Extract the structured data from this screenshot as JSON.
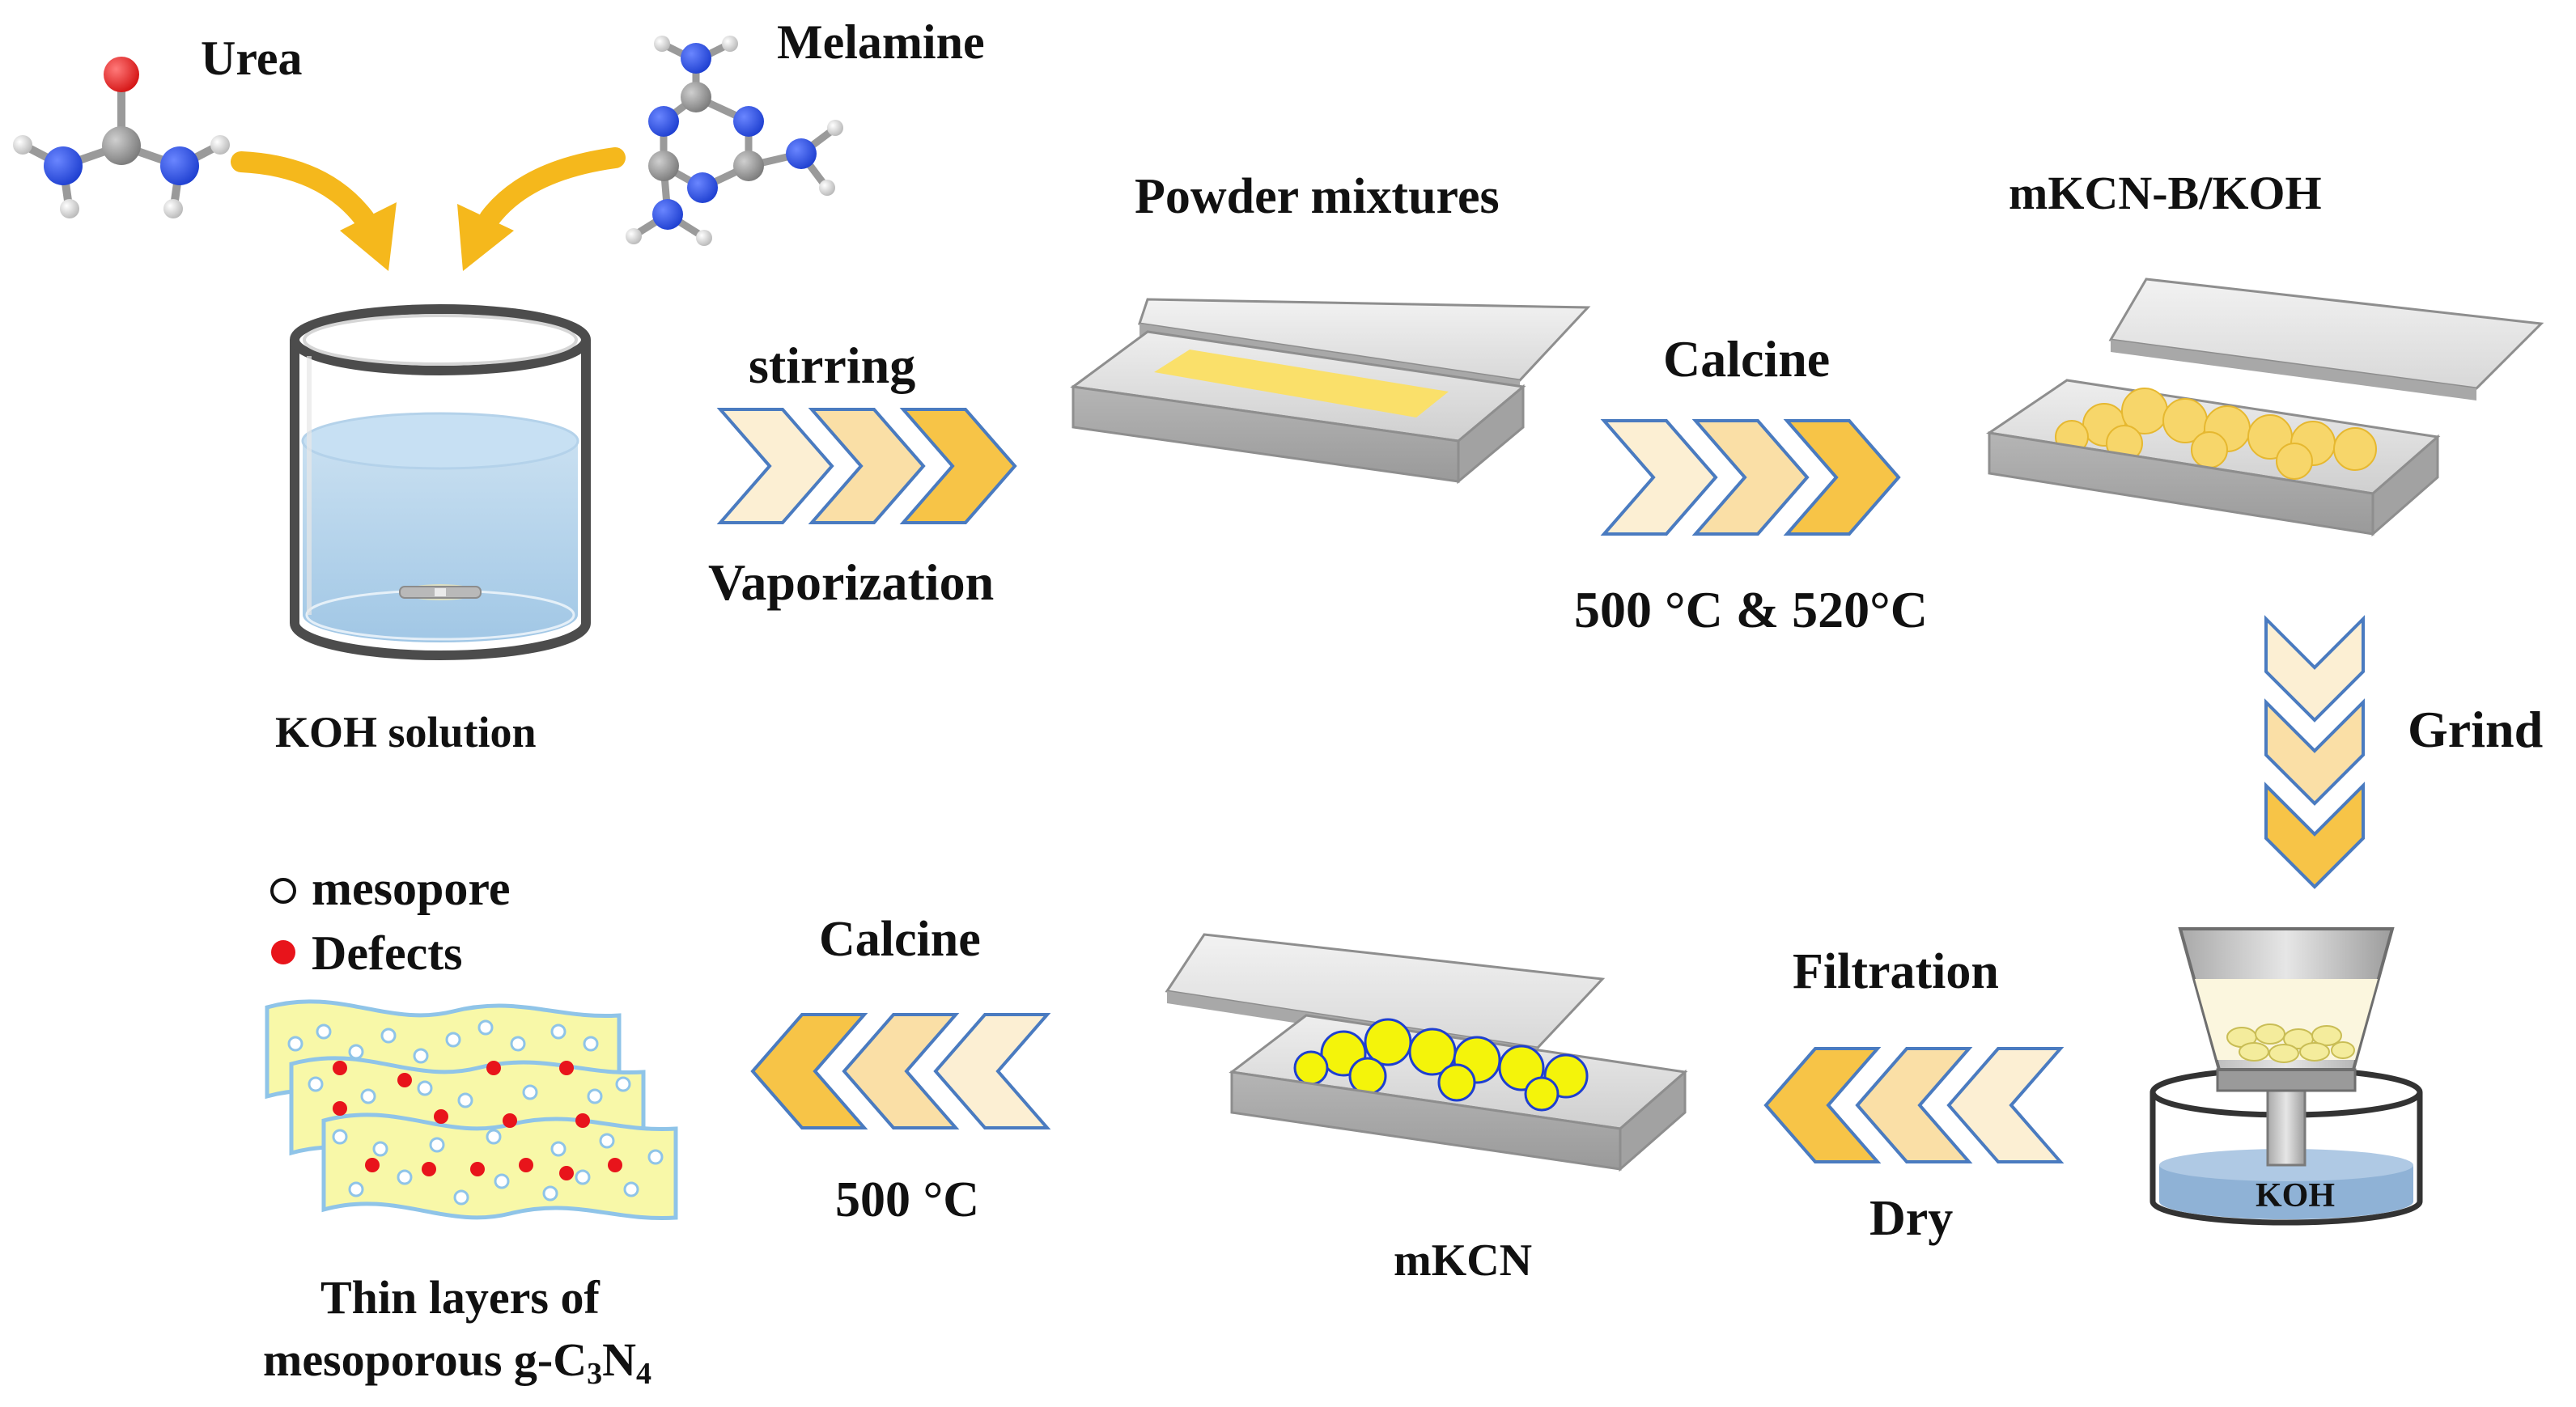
{
  "labels": {
    "urea": "Urea",
    "melamine": "Melamine",
    "koh_solution": "KOH solution",
    "stirring": "stirring",
    "vaporization": "Vaporization",
    "powder_mixtures": "Powder mixtures",
    "calcine_top": "Calcine",
    "temp_top": "500 °C & 520°C",
    "mkcn_b_koh": "mKCN-B/KOH",
    "grind": "Grind",
    "koh_filter": "KOH",
    "filtration": "Filtration",
    "dry": "Dry",
    "mkcn": "mKCN",
    "calcine_bottom": "Calcine",
    "temp_bottom": "500 °C",
    "legend_mesopore": "mesopore",
    "legend_defects": "Defects",
    "product_line1": "Thin layers of",
    "product_line2_prefix": "mesoporous g-C",
    "product_sub1": "3",
    "product_mid": "N",
    "product_sub2": "4"
  },
  "colors": {
    "arrow_light": "#FCEFD3",
    "arrow_mid": "#FADFA6",
    "arrow_dark": "#F7C447",
    "arrow_stroke": "#4A7BC0",
    "curved_arrow": "#F5B81C",
    "powder": "#FAE06A",
    "mkcn_particles": "#F4F40A",
    "koh_particles": "#F2E890",
    "layer_fill": "#F8F8A8",
    "layer_stroke": "#8FC4E8",
    "defect_red": "#E8141B",
    "water_blue": "#A9CDE8",
    "tray_gray": "#C8C8C8",
    "nitrogen_blue": "#1E3FD0",
    "oxygen_red": "#E21B1B",
    "carbon_gray": "#8A8A8A"
  }
}
